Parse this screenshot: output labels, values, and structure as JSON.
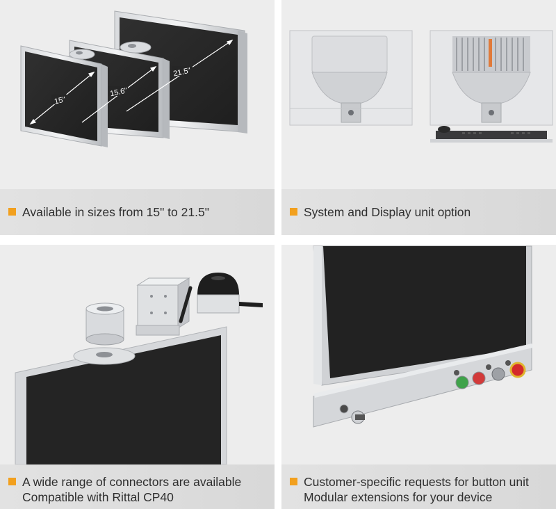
{
  "panels": [
    {
      "caption": [
        "Available in sizes from 15\" to 21.5\""
      ],
      "size_labels": [
        "15\"",
        "15.6\"",
        "21.5\""
      ]
    },
    {
      "caption": [
        "System and Display unit option"
      ]
    },
    {
      "caption": [
        "A wide range of connectors are available",
        "Compatible with Rittal CP40"
      ]
    },
    {
      "caption": [
        "Customer-specific requests for button unit",
        "Modular extensions for your device"
      ]
    }
  ],
  "colors": {
    "accent": "#f2a01e",
    "panel_bg": "#ededed",
    "caption_bg": "#dcdcdc",
    "screen": "#262626",
    "aluminium": "#c9ccd0"
  }
}
